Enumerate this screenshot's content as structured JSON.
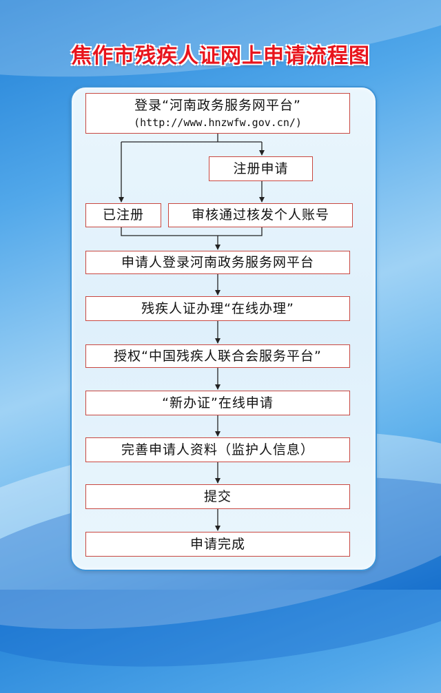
{
  "title": "焦作市残疾人证网上申请流程图",
  "steps": {
    "login": "登录“河南政务服务网平台”",
    "login_url": "(http://www.hnzwfw.gov.cn/)",
    "register": "注册申请",
    "registered": "已注册",
    "approve": "审核通过核发个人账号",
    "applicant_login": "申请人登录河南政务服务网平台",
    "online": "残疾人证办理“在线办理”",
    "authorize": "授权“中国残疾人联合会服务平台”",
    "new_cert": "“新办证”在线申请",
    "complete_info": "完善申请人资料（监护人信息）",
    "submit": "提交",
    "done": "申请完成"
  },
  "colors": {
    "title": "#e8141c",
    "box_border": "#c8463f",
    "panel_border": "#3e94d8"
  }
}
